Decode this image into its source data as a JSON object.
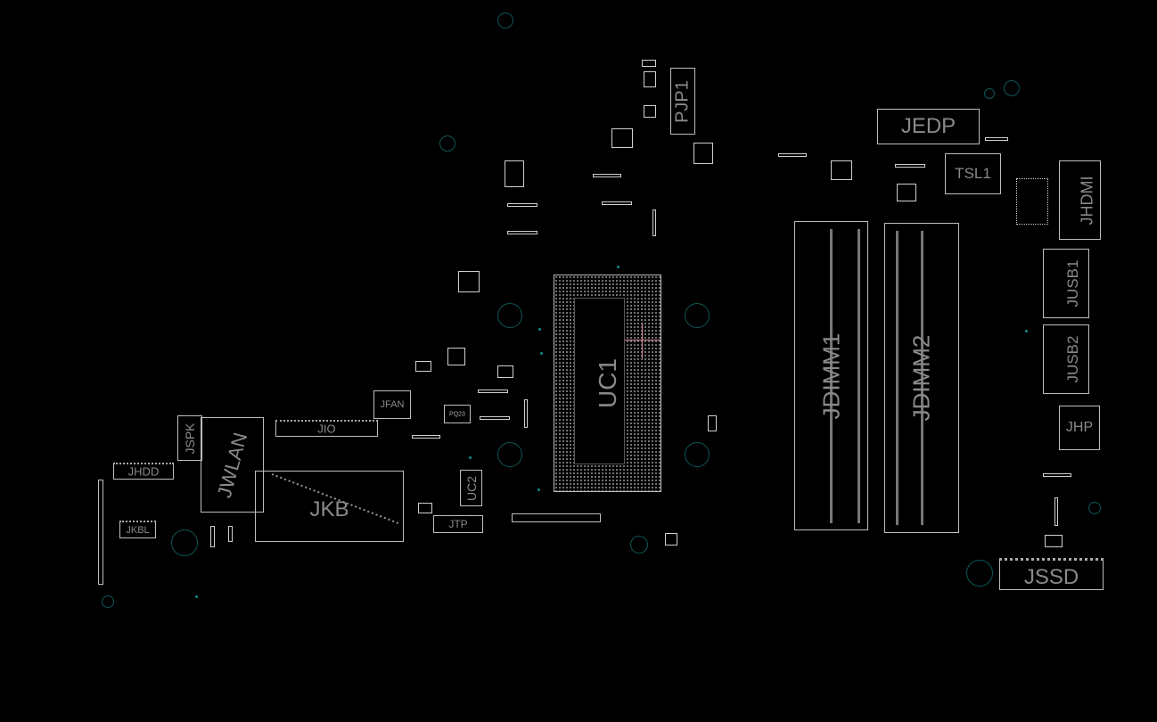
{
  "board": {
    "components": {
      "pjp1": "PJP1",
      "jedp": "JEDP",
      "tsl1": "TSL1",
      "jhdmi": "JHDMI",
      "jusb1": "JUSB1",
      "jusb2": "JUSB2",
      "jhp": "JHP",
      "jssd": "JSSD",
      "jdimm1": "JDIMM1",
      "jdimm2": "JDIMM2",
      "uc1": "UC1",
      "uc2": "UC2",
      "jfan": "JFAN",
      "jio": "JIO",
      "jspk": "JSPK",
      "jwlan": "JWLAN",
      "jhdd": "JHDD",
      "jkbl": "JKBL",
      "jkb": "JKB",
      "jtp": "JTP",
      "pq23": "PQ23"
    },
    "colors": {
      "outline": "#bdbdbd",
      "label": "#8a8a8a",
      "hole": "#0f5656",
      "cursor": "#d48a9a"
    }
  }
}
